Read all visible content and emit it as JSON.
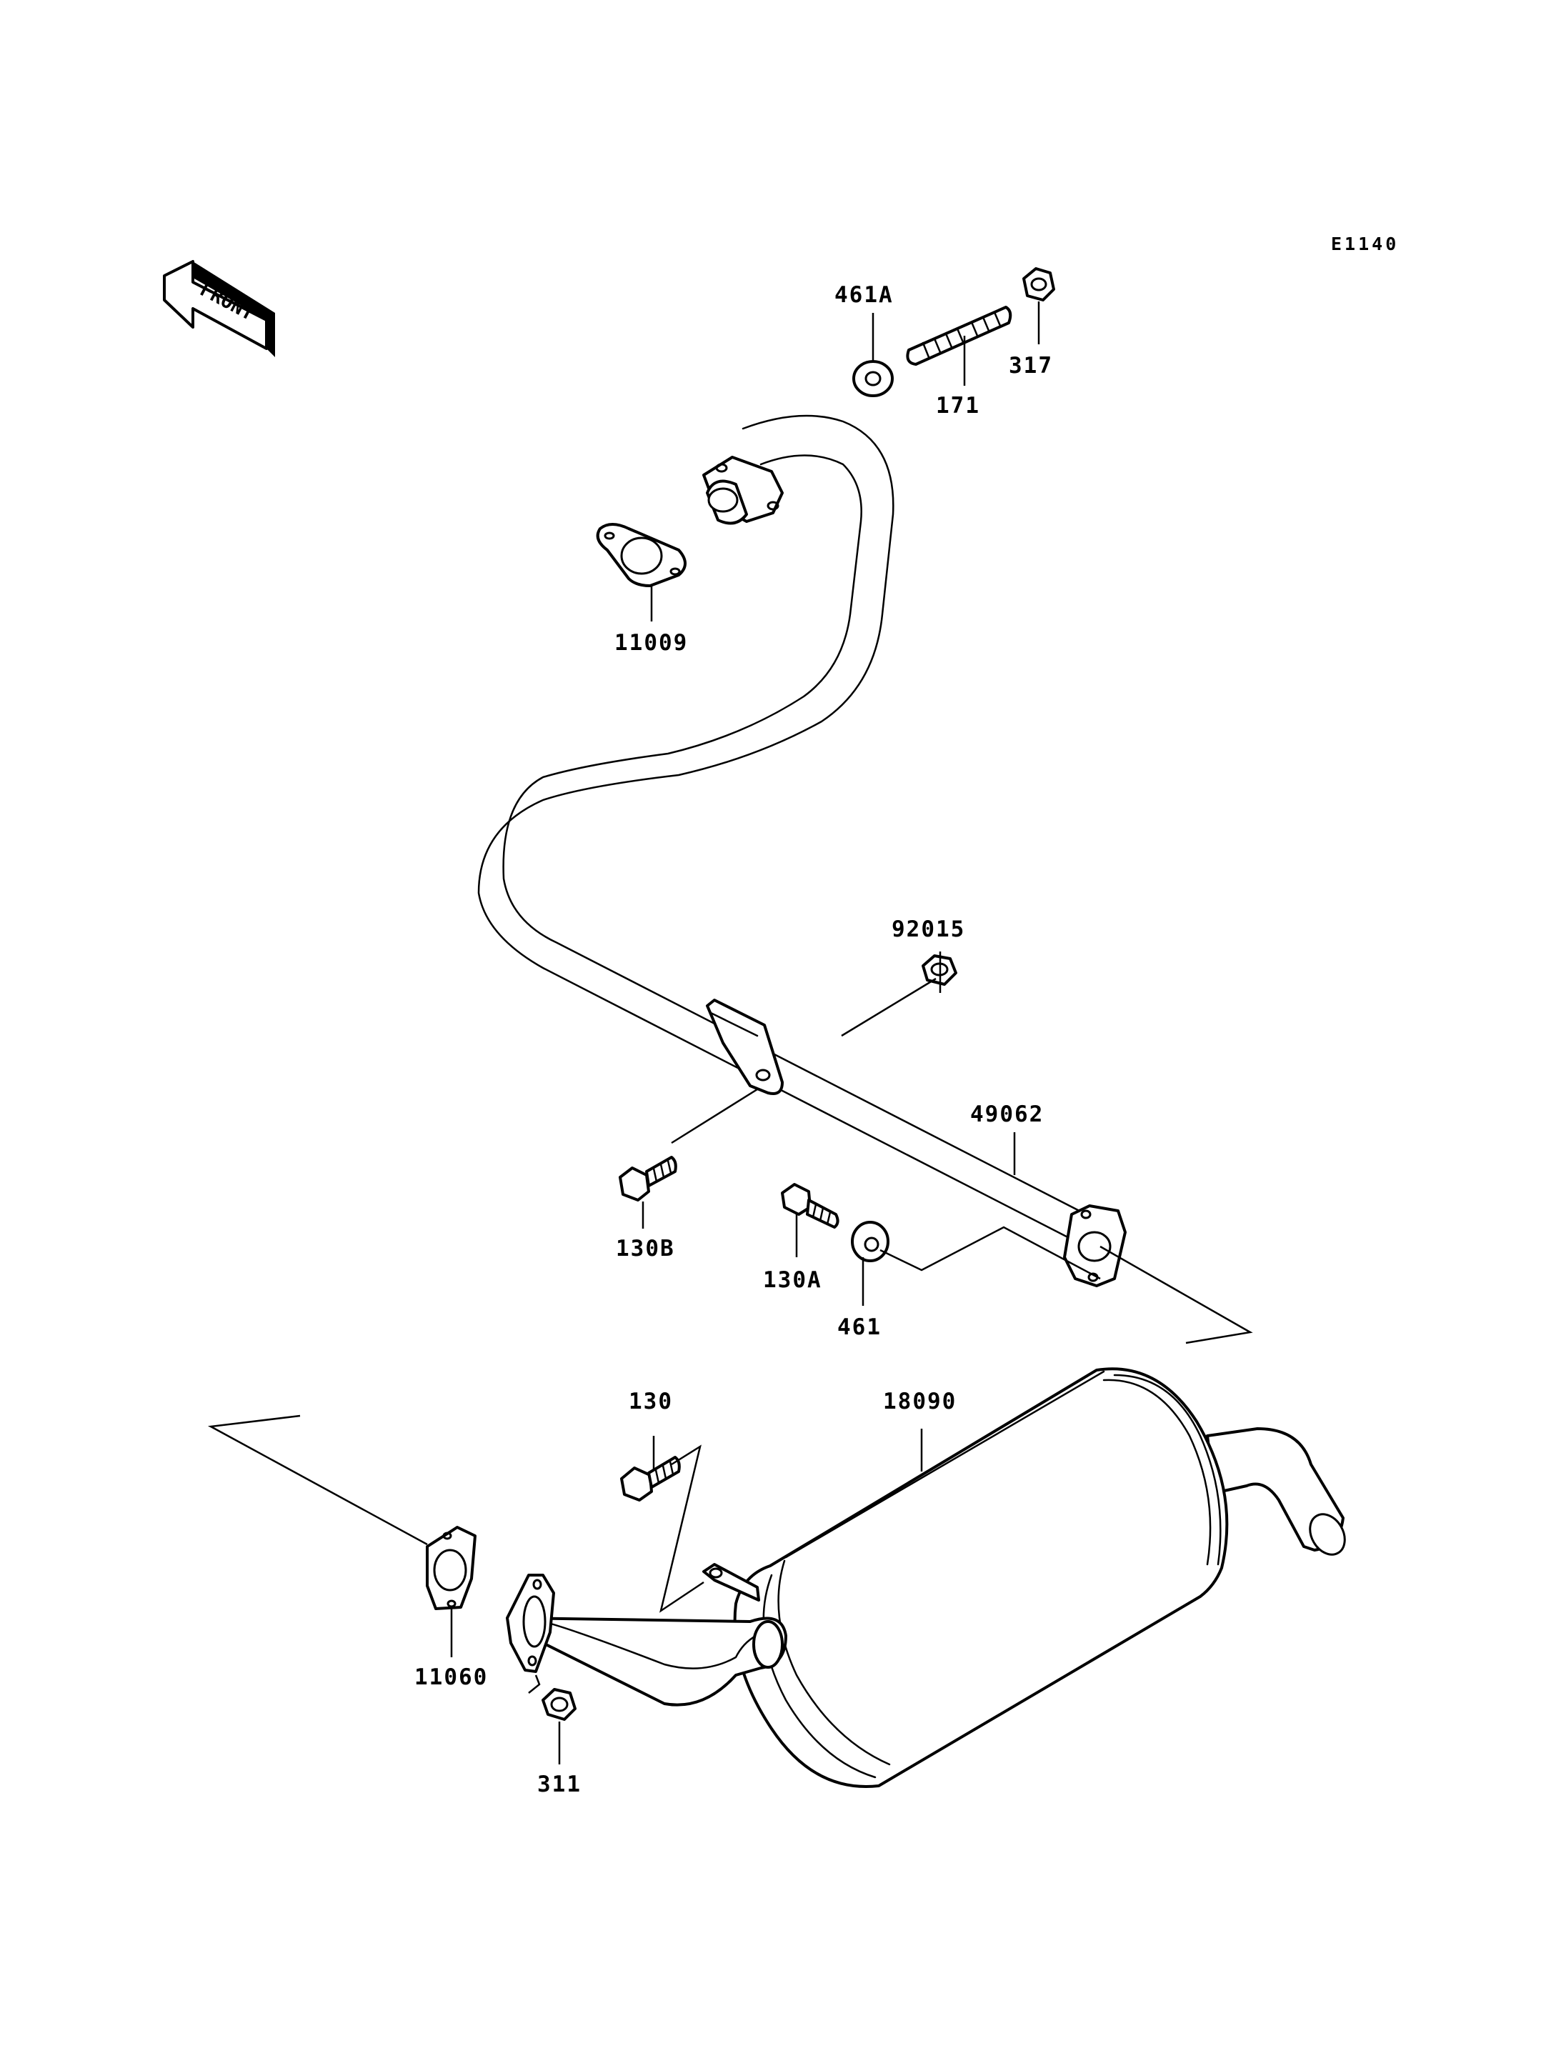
{
  "diagram": {
    "reference_code": "E1140",
    "front_indicator": "FRONT",
    "callouts": [
      {
        "id": "461A",
        "label": "461A"
      },
      {
        "id": "171",
        "label": "171"
      },
      {
        "id": "317",
        "label": "317"
      },
      {
        "id": "11009",
        "label": "11009"
      },
      {
        "id": "92015",
        "label": "92015"
      },
      {
        "id": "49062",
        "label": "49062"
      },
      {
        "id": "130B",
        "label": "130B"
      },
      {
        "id": "130A",
        "label": "130A"
      },
      {
        "id": "461",
        "label": "461"
      },
      {
        "id": "130",
        "label": "130"
      },
      {
        "id": "18090",
        "label": "18090"
      },
      {
        "id": "11060",
        "label": "11060"
      },
      {
        "id": "311",
        "label": "311"
      }
    ]
  }
}
